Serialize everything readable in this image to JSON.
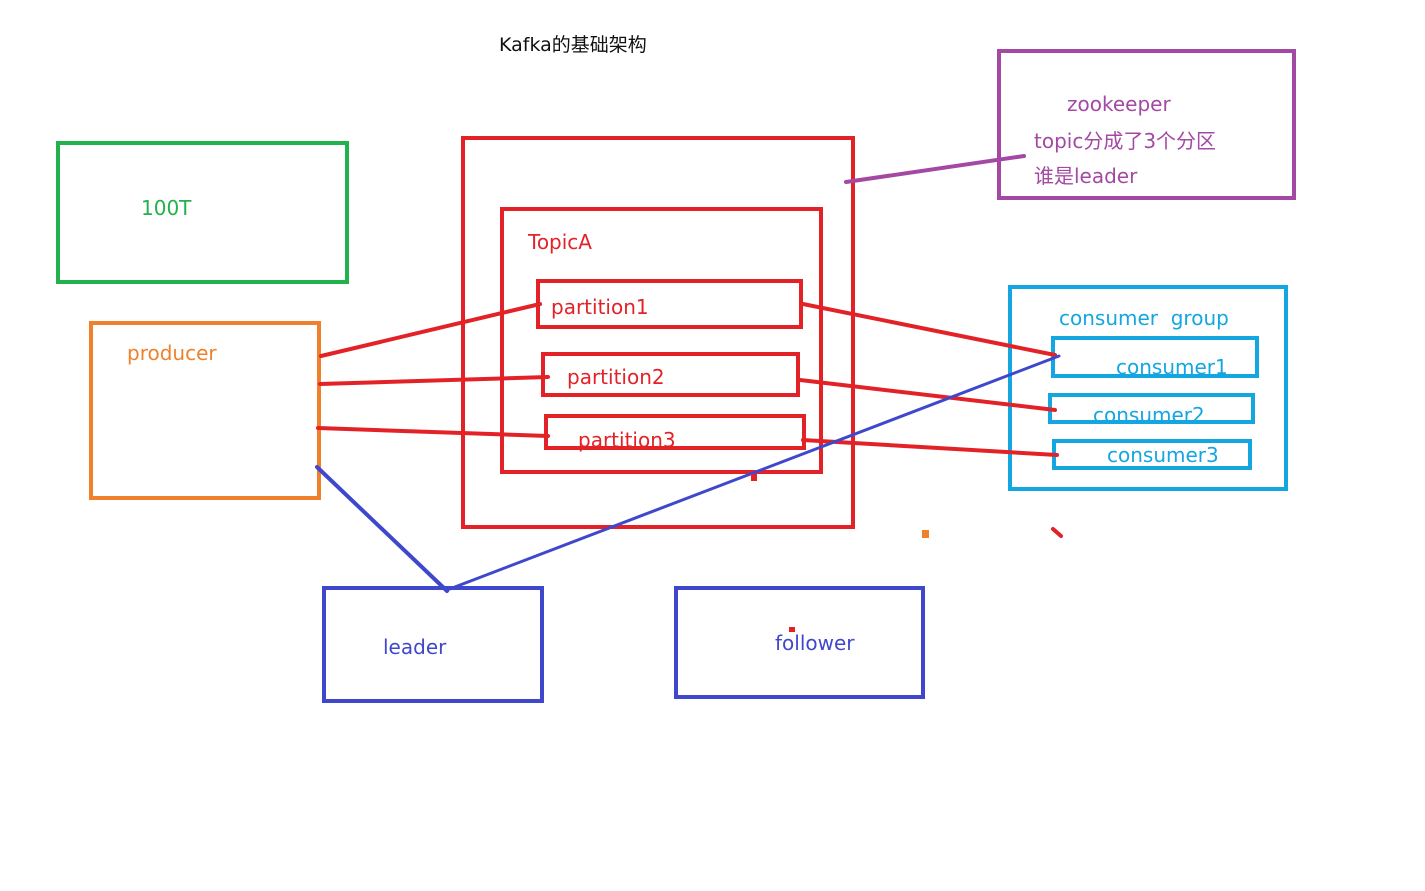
{
  "title": "Kafka的基础架构",
  "storage_box": {
    "label": "100T"
  },
  "producer": {
    "label": "producer"
  },
  "cluster": {
    "topic": {
      "label": "TopicA",
      "partitions": [
        {
          "label": "partition1"
        },
        {
          "label": "partition2"
        },
        {
          "label": "partition3"
        }
      ]
    }
  },
  "zookeeper": {
    "title": "zookeeper",
    "lines": [
      "topic分成了3个分区",
      "谁是leader"
    ]
  },
  "consumer_group": {
    "title": "consumer  group",
    "consumers": [
      {
        "label": "consumer1"
      },
      {
        "label": "consumer2"
      },
      {
        "label": "consumer3"
      }
    ]
  },
  "leader": {
    "label": "leader"
  },
  "follower": {
    "label": "follower"
  },
  "colors": {
    "green": "#22b14c",
    "orange": "#f0812c",
    "red": "#e32228",
    "purple": "#a349a4",
    "cyan": "#14a6e0",
    "blue": "#3f48cc",
    "black": "#111111"
  }
}
